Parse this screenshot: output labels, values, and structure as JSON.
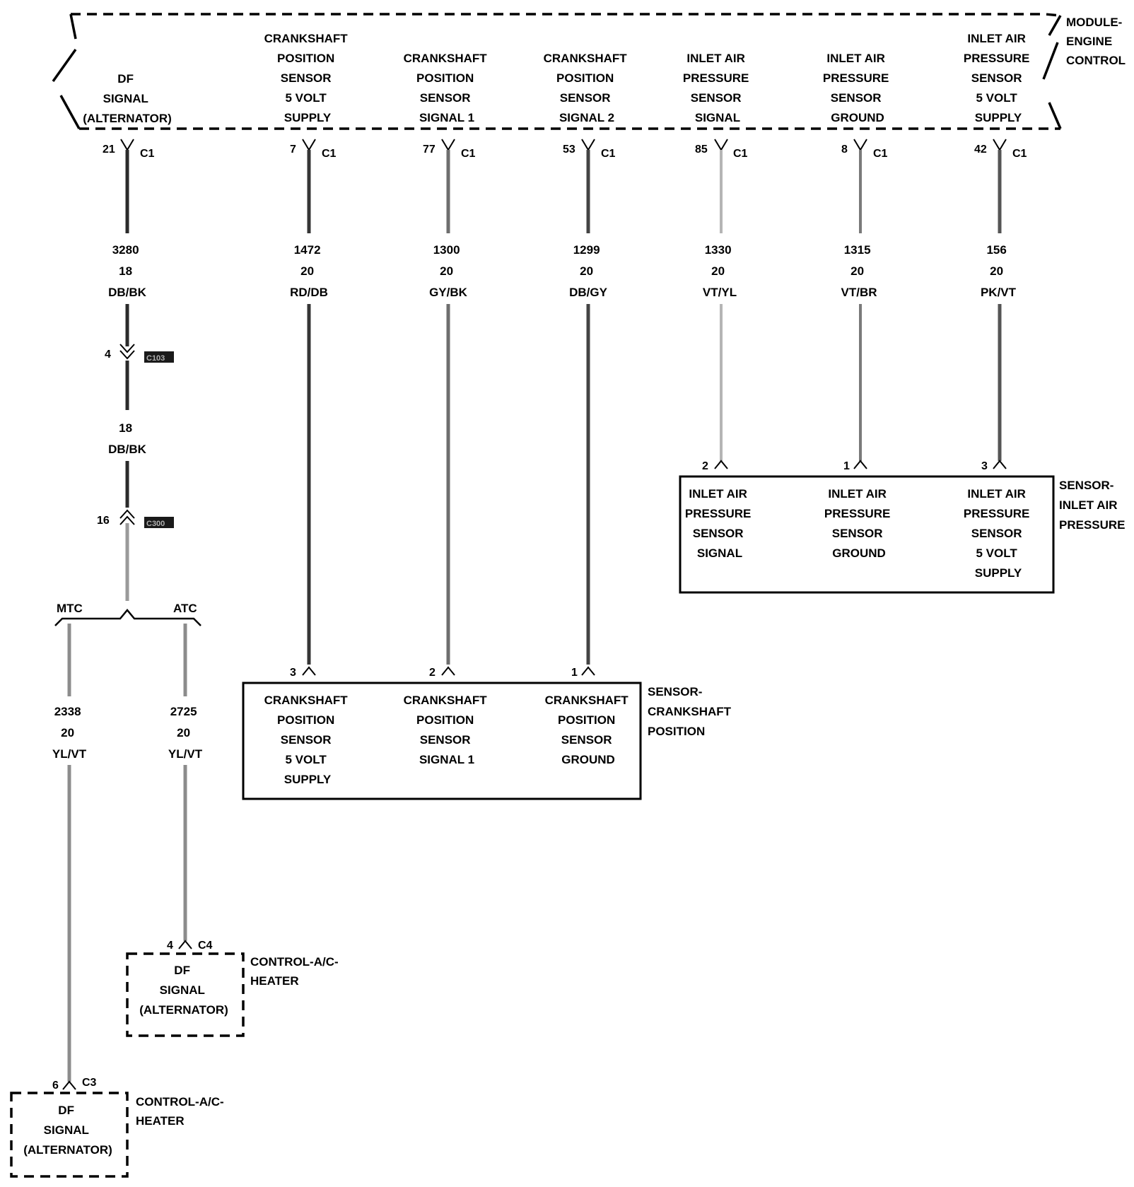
{
  "colors": {
    "DB/BK": "#2b2b2b",
    "RD/DB": "#353535",
    "GY/BK": "#6e6e6e",
    "DB/GY": "#444444",
    "VT/YL": "#b5b5b5",
    "VT/BR": "#7a7a7a",
    "PK/VT": "#555555",
    "YL/VT": "#8c8c8c",
    "DB/BK-lower": "#9a9a9a"
  },
  "ecm": {
    "name": [
      "MODULE-",
      "ENGINE",
      "CONTROL"
    ],
    "pins": [
      {
        "pin": "21",
        "conn": "C1",
        "label": [
          "DF",
          "SIGNAL",
          "(ALTERNATOR)"
        ],
        "circuit": "3280",
        "gauge": "18",
        "color": "DB/BK"
      },
      {
        "pin": "7",
        "conn": "C1",
        "label": [
          "CRANKSHAFT",
          "POSITION",
          "SENSOR",
          "5 VOLT",
          "SUPPLY"
        ],
        "circuit": "1472",
        "gauge": "20",
        "color": "RD/DB"
      },
      {
        "pin": "77",
        "conn": "C1",
        "label": [
          "CRANKSHAFT",
          "POSITION",
          "SENSOR",
          "SIGNAL 1"
        ],
        "circuit": "1300",
        "gauge": "20",
        "color": "GY/BK"
      },
      {
        "pin": "53",
        "conn": "C1",
        "label": [
          "CRANKSHAFT",
          "POSITION",
          "SENSOR",
          "SIGNAL 2"
        ],
        "circuit": "1299",
        "gauge": "20",
        "color": "DB/GY"
      },
      {
        "pin": "85",
        "conn": "C1",
        "label": [
          "INLET AIR",
          "PRESSURE",
          "SENSOR",
          "SIGNAL"
        ],
        "circuit": "1330",
        "gauge": "20",
        "color": "VT/YL"
      },
      {
        "pin": "8",
        "conn": "C1",
        "label": [
          "INLET AIR",
          "PRESSURE",
          "SENSOR",
          "GROUND"
        ],
        "circuit": "1315",
        "gauge": "20",
        "color": "VT/BR"
      },
      {
        "pin": "42",
        "conn": "C1",
        "label": [
          "INLET AIR",
          "PRESSURE",
          "SENSOR",
          "5 VOLT",
          "SUPPLY"
        ],
        "circuit": "156",
        "gauge": "20",
        "color": "PK/VT"
      }
    ]
  },
  "inline": {
    "c1": {
      "pin": "4",
      "tag": "C103"
    },
    "mid": {
      "gauge": "18",
      "color": "DB/BK"
    },
    "c2": {
      "pin": "16",
      "tag": "C300"
    }
  },
  "splice": {
    "left": "MTC",
    "right": "ATC"
  },
  "branches": [
    {
      "circuit": "2338",
      "gauge": "20",
      "color": "YL/VT",
      "pin": "6",
      "conn": "C3",
      "label": [
        "DF",
        "SIGNAL",
        "(ALTERNATOR)"
      ],
      "name": [
        "CONTROL-A/C-",
        "HEATER"
      ]
    },
    {
      "circuit": "2725",
      "gauge": "20",
      "color": "YL/VT",
      "pin": "4",
      "conn": "C4",
      "label": [
        "DF",
        "SIGNAL",
        "(ALTERNATOR)"
      ],
      "name": [
        "CONTROL-A/C-",
        "HEATER"
      ]
    }
  ],
  "ckp": {
    "name": [
      "SENSOR-",
      "CRANKSHAFT",
      "POSITION"
    ],
    "pins": [
      {
        "pin": "3",
        "label": [
          "CRANKSHAFT",
          "POSITION",
          "SENSOR",
          "5 VOLT",
          "SUPPLY"
        ]
      },
      {
        "pin": "2",
        "label": [
          "CRANKSHAFT",
          "POSITION",
          "SENSOR",
          "SIGNAL 1"
        ]
      },
      {
        "pin": "1",
        "label": [
          "CRANKSHAFT",
          "POSITION",
          "SENSOR",
          "GROUND"
        ]
      }
    ]
  },
  "iap": {
    "name": [
      "SENSOR-",
      "INLET AIR",
      "PRESSURE"
    ],
    "pins": [
      {
        "pin": "2",
        "label": [
          "INLET AIR",
          "PRESSURE",
          "SENSOR",
          "SIGNAL"
        ]
      },
      {
        "pin": "1",
        "label": [
          "INLET AIR",
          "PRESSURE",
          "SENSOR",
          "GROUND"
        ]
      },
      {
        "pin": "3",
        "label": [
          "INLET AIR",
          "PRESSURE",
          "SENSOR",
          "5 VOLT",
          "SUPPLY"
        ]
      }
    ]
  }
}
